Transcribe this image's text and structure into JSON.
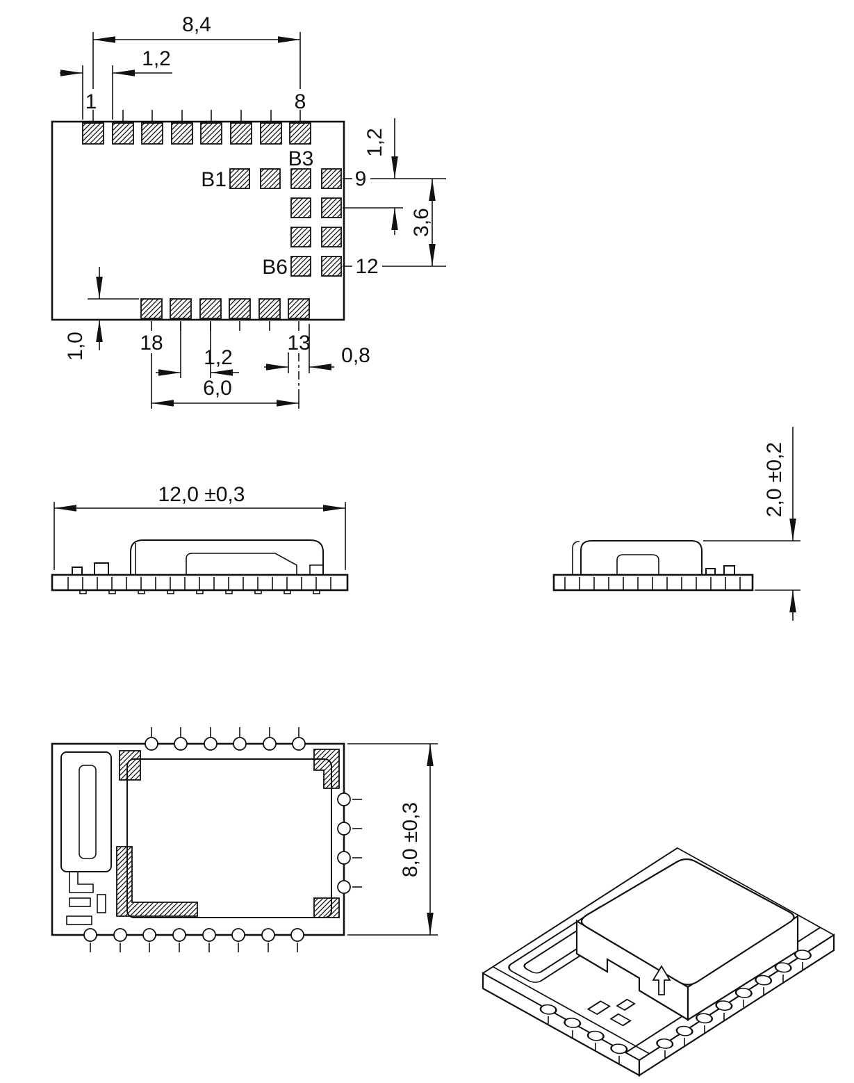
{
  "footprint": {
    "dim_span_top": "8,4",
    "dim_pitch_top": "1,2",
    "pin1": "1",
    "pin8": "8",
    "pad_b3": "B3",
    "pad_b1": "B1",
    "pin9": "9",
    "dim_pitch_right": "1,2",
    "dim_span_right": "3,6",
    "pad_b6": "B6",
    "pin12": "12",
    "pin18": "18",
    "pin13": "13",
    "dim_pad_len": "1,0",
    "dim_pitch_bottom": "1,2",
    "dim_pad_width": "0,8",
    "dim_span_bottom": "6,0"
  },
  "side_view": {
    "dim_length": "12,0 ±0,3"
  },
  "end_view": {
    "dim_height": "2,0 ±0,2"
  },
  "bottom_view": {
    "dim_width": "8,0 ±0,3"
  },
  "colors": {
    "ink": "#111111",
    "paper": "#ffffff"
  }
}
